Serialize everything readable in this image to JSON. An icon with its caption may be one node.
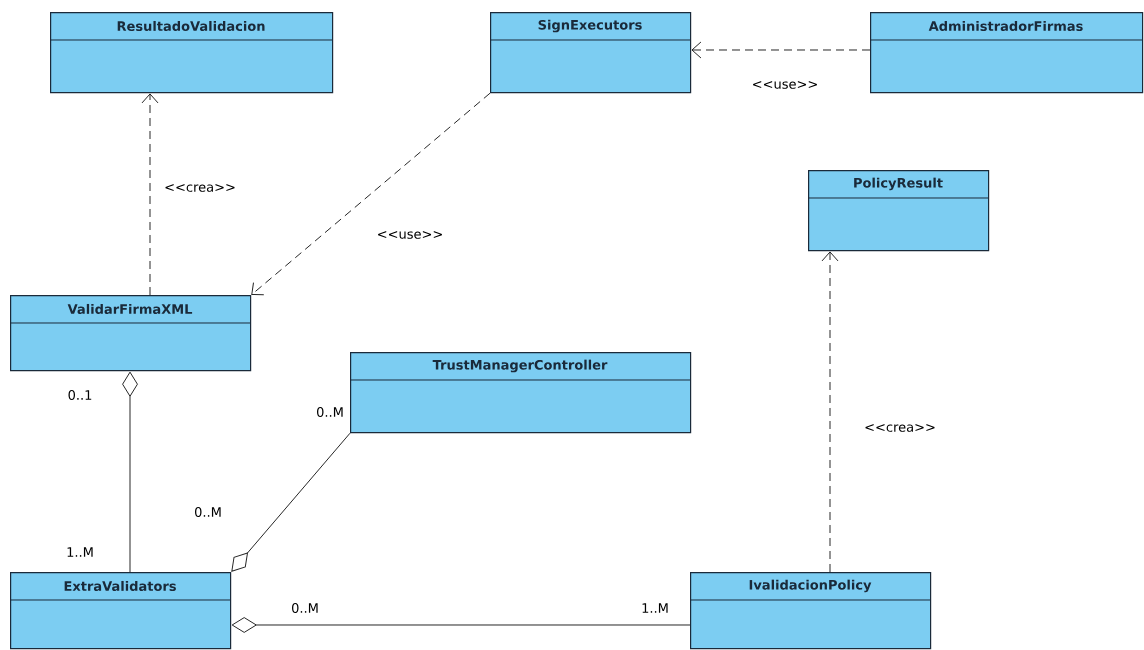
{
  "diagram": {
    "nodes": [
      {
        "text": [
          "ResultadoValidacion"
        ]
      },
      {
        "text": [
          "SignExecutors"
        ]
      },
      {
        "text": [
          "AdministradorFirmas"
        ]
      },
      {
        "text": [
          "PolicyResult"
        ]
      },
      {
        "text": [
          "ValidarFirmaXML"
        ]
      },
      {
        "text": [
          "TrustManagerController"
        ]
      },
      {
        "text": [
          "ExtraValidators"
        ]
      },
      {
        "text": [
          "IvalidacionPolicy"
        ]
      }
    ],
    "edges": [
      {
        "from": 4,
        "to": 0,
        "arrow": "to",
        "style": "dashed",
        "label": "<<crea>>"
      },
      {
        "from": 1,
        "to": 4,
        "arrow": "to",
        "style": "dashed",
        "label": "<<use>>"
      },
      {
        "from": 2,
        "to": 1,
        "arrow": "to",
        "style": "dashed",
        "label": "<<use>>"
      },
      {
        "from": 7,
        "to": 3,
        "arrow": "to",
        "style": "dashed",
        "label": "<<crea>>"
      },
      {
        "from": 4,
        "to": 6,
        "arrow": "other"
      },
      {
        "from": 6,
        "to": 5,
        "arrow": "other"
      },
      {
        "from": 6,
        "to": 7,
        "arrow": "other"
      }
    ],
    "labels": [
      "0..1",
      "0..M",
      "0..M",
      "1..M",
      "0..M",
      "1..M"
    ]
  }
}
